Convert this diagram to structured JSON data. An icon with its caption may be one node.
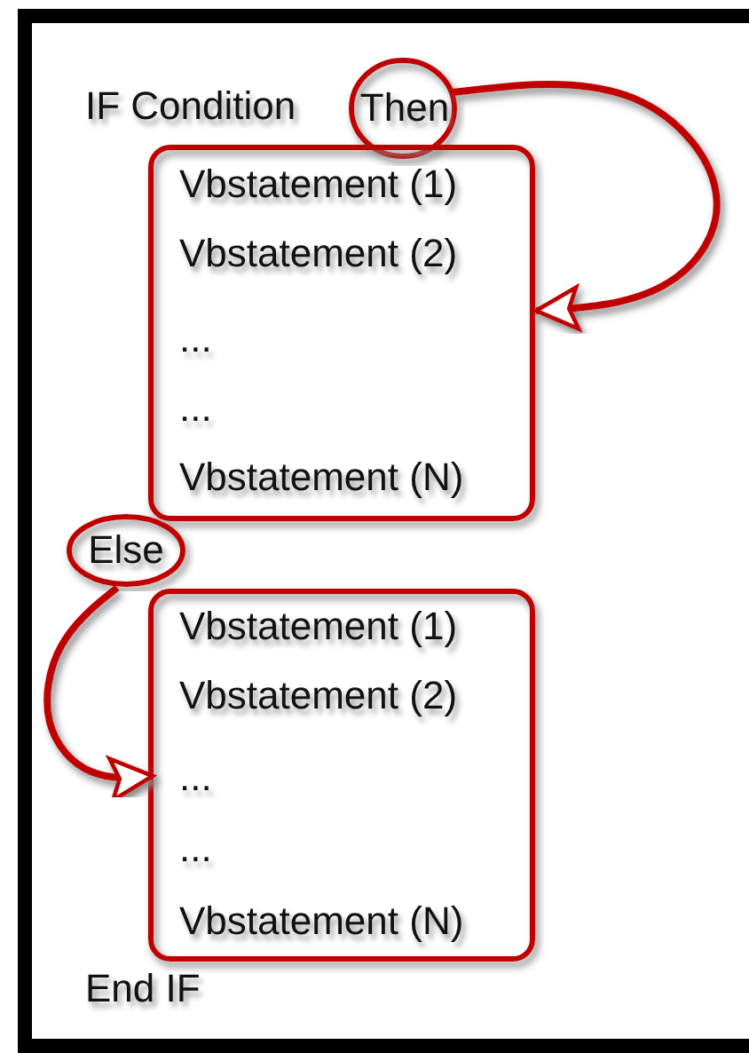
{
  "diagram": {
    "nodes": [
      {
        "text": [
          "Then"
        ]
      },
      {
        "text": [
          "Vbstatement (1)",
          "Vbstatement (2)",
          "...",
          "...",
          "Vbstatement (N)"
        ]
      },
      {
        "text": [
          "Else"
        ]
      },
      {
        "text": [
          "Vbstatement (1)",
          "Vbstatement (2)",
          "...",
          "...",
          "Vbstatement (N)"
        ]
      }
    ],
    "edges": [
      {
        "from": 0,
        "to": 1,
        "arrow": "to"
      },
      {
        "from": 2,
        "to": 3,
        "arrow": "to"
      }
    ],
    "labels": [
      "IF Condition",
      "End IF"
    ]
  }
}
